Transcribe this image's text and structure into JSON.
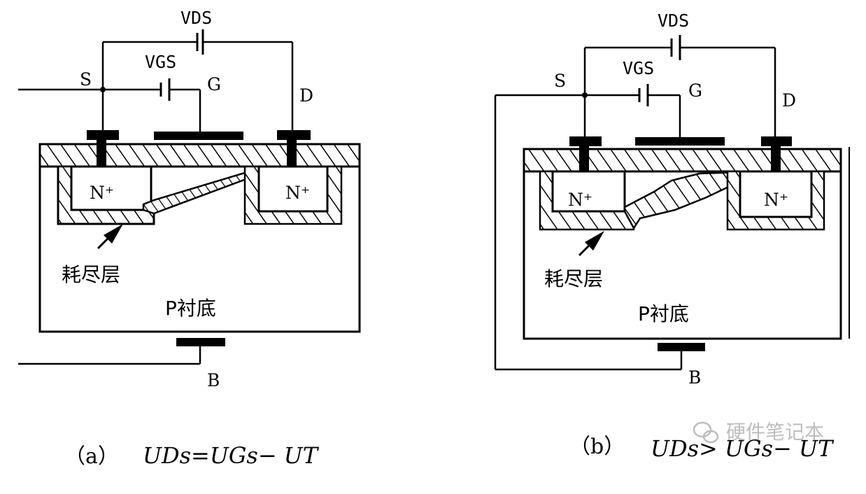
{
  "colors": {
    "ink": "#000000",
    "background": "#ffffff",
    "watermark": "#b8b8b8"
  },
  "diagram_a": {
    "vds": "VDS",
    "vgs": "VGS",
    "source": "S",
    "gate": "G",
    "drain": "D",
    "body": "B",
    "n_left": "N⁺",
    "n_right": "N⁺",
    "depletion": "耗尽层",
    "substrate": "P衬底",
    "caption_prefix": "（a）",
    "caption_formula": "UDs=UGs− UT"
  },
  "diagram_b": {
    "vds": "VDS",
    "vgs": "VGS",
    "source": "S",
    "gate": "G",
    "drain": "D",
    "body": "B",
    "n_left": "N⁺",
    "n_right": "N⁺",
    "depletion": "耗尽层",
    "substrate": "P衬底",
    "caption_prefix": "（b）",
    "caption_formula": "UDs> UGs− UT"
  },
  "watermark": {
    "text": "硬件笔记本",
    "icon": "wechat-icon"
  }
}
